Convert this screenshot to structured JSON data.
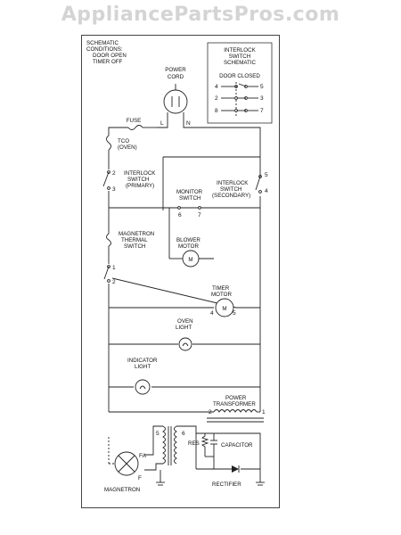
{
  "watermark": "AppliancePartsPros.com",
  "conditions": {
    "line1": "SCHEMATIC",
    "line2": "CONDITIONS:",
    "line3": "DOOR OPEN",
    "line4": "TIMER OFF"
  },
  "inset": {
    "title1": "INTERLOCK",
    "title2": "SWITCH",
    "title3": "SCHEMATIC",
    "door": "DOOR CLOSED",
    "pins": [
      "4",
      "5",
      "2",
      "3",
      "8",
      "7"
    ]
  },
  "power_cord": {
    "line1": "POWER",
    "line2": "CORD",
    "l": "L",
    "n": "N"
  },
  "fuse": "FUSE",
  "tco": {
    "line1": "TCO",
    "line2": "(OVEN)"
  },
  "interlock_primary": {
    "line1": "INTERLOCK",
    "line2": "SWITCH",
    "line3": "(PRIMARY)",
    "pin_a": "2",
    "pin_b": "3"
  },
  "interlock_secondary": {
    "line1": "INTERLOCK",
    "line2": "SWITCH",
    "line3": "(SECONDARY)",
    "pin_a": "5",
    "pin_b": "4"
  },
  "monitor_switch": {
    "line1": "MONITOR",
    "line2": "SWITCH",
    "pin_a": "6",
    "pin_b": "7"
  },
  "magnetron_thermal": {
    "line1": "MAGNETRON",
    "line2": "THERMAL",
    "line3": "SWITCH"
  },
  "blower_motor": {
    "line1": "BLOWER",
    "line2": "MOTOR"
  },
  "timer_switch_pins": {
    "pin_a": "1",
    "pin_b": "2"
  },
  "timer_motor": {
    "line1": "TIMER",
    "line2": "MOTOR",
    "pin_a": "4",
    "pin_b": "5"
  },
  "oven_light": {
    "line1": "OVEN",
    "line2": "LIGHT"
  },
  "indicator_light": {
    "line1": "INDICATOR",
    "line2": "LIGHT"
  },
  "power_transformer": {
    "line1": "POWER",
    "line2": "TRANSFORMER",
    "pin_a": "2",
    "pin_b": "1"
  },
  "secondary_pins": {
    "pin_a": "5",
    "pin_b": "6"
  },
  "magnetron": {
    "label": "MAGNETRON",
    "fa": "FA",
    "f": "F"
  },
  "res": "RES",
  "capacitor": "CAPACITOR",
  "rectifier": "RECTIFIER"
}
